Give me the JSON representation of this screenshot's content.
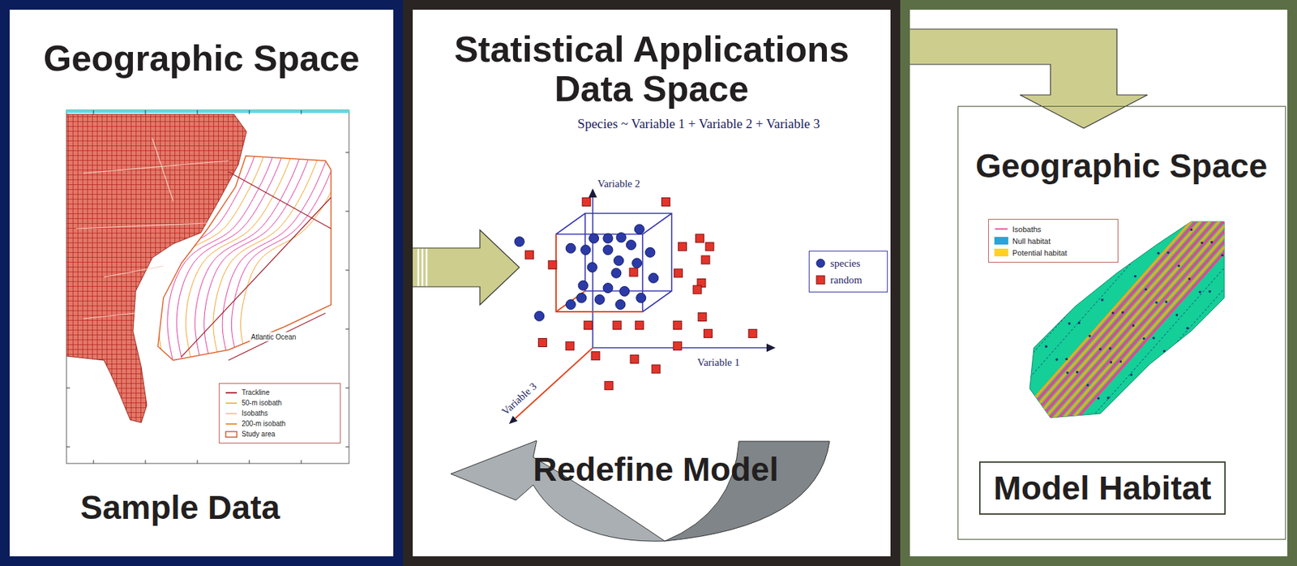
{
  "diagram": {
    "nodes": [
      {
        "text": [
          "Geographic Space",
          "Sample Data"
        ]
      },
      {
        "text": [
          "Statistical Applications Data Space"
        ]
      },
      {
        "text": [
          "Geographic Space"
        ]
      },
      {
        "text": [
          "Model Habitat"
        ],
        "in": 2
      }
    ],
    "edges": [
      {
        "from": 0,
        "to": 1,
        "arrow": "to"
      },
      {
        "from": 1,
        "to": 2,
        "arrow": "to"
      }
    ],
    "labels": [
      "Atlantic Ocean",
      "Species ~ Variable 1 + Variable 2 + Variable 3",
      "Variable 2",
      "Variable 1",
      "Variable 3",
      "Redefine Model"
    ],
    "legend": [
      {
        "text": "Trackline"
      },
      {
        "text": "50-m isobath"
      },
      {
        "text": "Isobaths"
      },
      {
        "text": "200-m isobath"
      },
      {
        "text": "Study area"
      },
      {
        "text": "species",
        "color": "#2c3aa8"
      },
      {
        "text": "random",
        "color": "#e2342a"
      },
      {
        "text": "Isobaths"
      },
      {
        "text": "Null habitat",
        "color": "#2aa3dc"
      },
      {
        "text": "Potential habitat",
        "color": "#ffd21f"
      }
    ]
  }
}
